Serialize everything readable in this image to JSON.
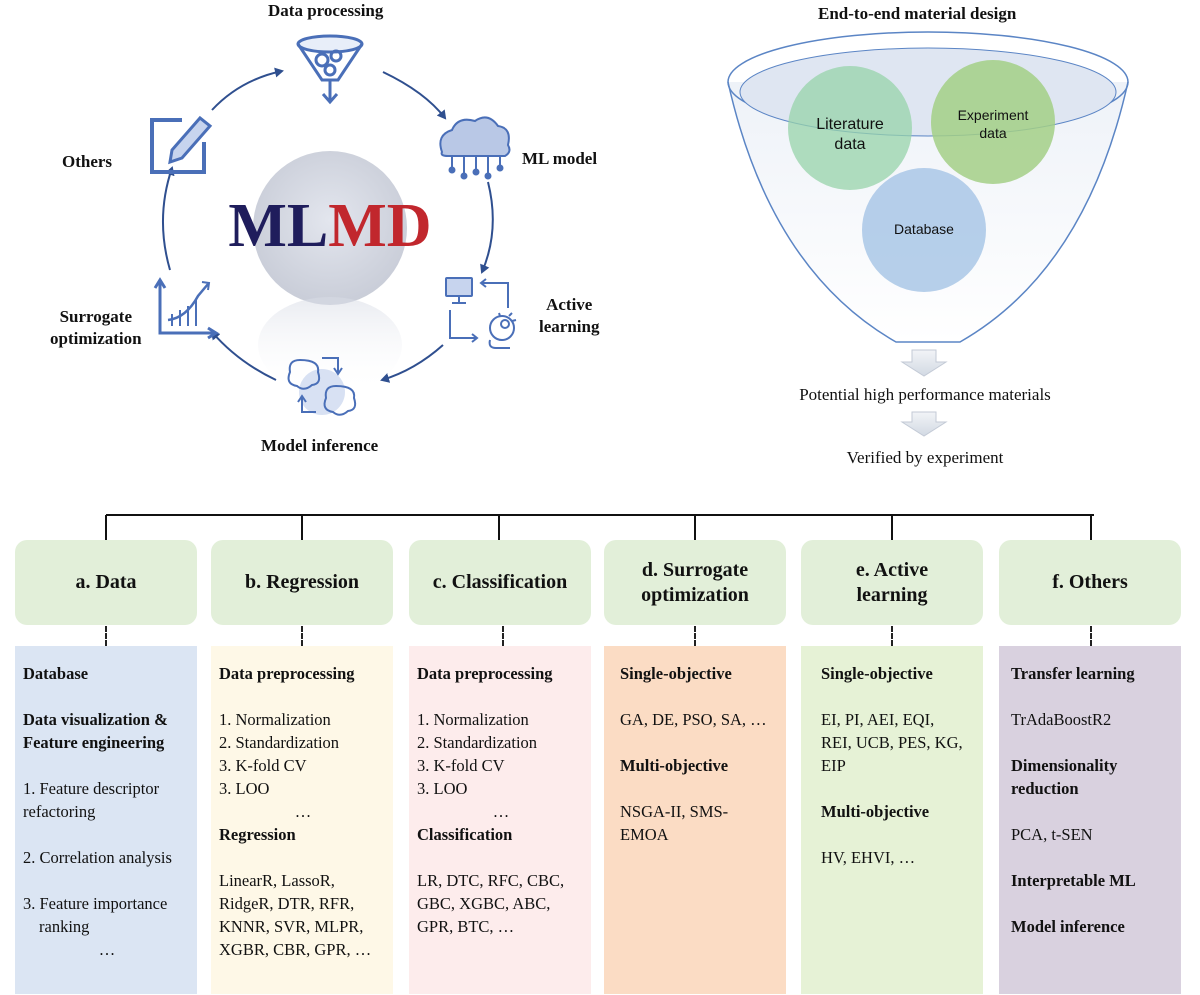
{
  "cycle": {
    "center": {
      "ml": "ML",
      "md": "MD"
    },
    "nodes": [
      {
        "label": "Data processing",
        "icon": "funnel-icon"
      },
      {
        "label": "ML model",
        "icon": "cloud-network-icon"
      },
      {
        "label": "Active",
        "label2": "learning",
        "icon": "monitor-feedback-icon"
      },
      {
        "label": "Model inference",
        "icon": "brain-exchange-icon"
      },
      {
        "label": "Surrogate",
        "label2": "optimization",
        "icon": "growth-chart-icon"
      },
      {
        "label": "Others",
        "icon": "edit-note-icon"
      }
    ],
    "colors": {
      "navy": "#1f1d5c",
      "red": "#c1272d",
      "icon_blue": "#4a6fb8",
      "arrow": "#2f4f8f"
    }
  },
  "funnel": {
    "title": "End-to-end material design",
    "circles": {
      "literature": {
        "line1": "Literature",
        "line2": "data"
      },
      "experiment": {
        "line1": "Experiment",
        "line2": "data"
      },
      "database": "Database"
    },
    "step1": "Potential high performance materials",
    "step2": "Verified by experiment"
  },
  "modules": [
    {
      "header": "a. Data",
      "bg": "#dbe5f3",
      "lines": [
        {
          "t": "Database",
          "b": true
        },
        {
          "gap": true
        },
        {
          "t": "Data visualization &",
          "b": true
        },
        {
          "t": "Feature engineering",
          "b": true
        },
        {
          "gap": true
        },
        {
          "t": "1. Feature descriptor"
        },
        {
          "t": "refactoring"
        },
        {
          "gap": true
        },
        {
          "t": "2. Correlation analysis"
        },
        {
          "gap": true
        },
        {
          "t": "3. Feature importance"
        },
        {
          "t": "ranking",
          "ind": true
        },
        {
          "t": "…",
          "ctr": true
        }
      ]
    },
    {
      "header": "b. Regression",
      "bg": "#fef8e7",
      "lines": [
        {
          "t": "Data preprocessing",
          "b": true
        },
        {
          "gap": true
        },
        {
          "t": "1. Normalization"
        },
        {
          "t": "2. Standardization"
        },
        {
          "t": "3. K-fold CV"
        },
        {
          "t": "3. LOO"
        },
        {
          "t": "…",
          "ctr": true
        },
        {
          "t": "Regression",
          "b": true
        },
        {
          "gap": true
        },
        {
          "t": "LinearR, LassoR,"
        },
        {
          "t": "RidgeR, DTR, RFR,"
        },
        {
          "t": "KNNR, SVR, MLPR,"
        },
        {
          "t": "XGBR, CBR, GPR, …"
        }
      ]
    },
    {
      "header": "c. Classification",
      "bg": "#fdecec",
      "lines": [
        {
          "t": "Data preprocessing",
          "b": true
        },
        {
          "gap": true
        },
        {
          "t": "1. Normalization"
        },
        {
          "t": "2. Standardization"
        },
        {
          "t": "3. K-fold CV"
        },
        {
          "t": "3. LOO"
        },
        {
          "t": "…",
          "ctr": true
        },
        {
          "t": "Classification",
          "b": true
        },
        {
          "gap": true
        },
        {
          "t": "LR, DTC, RFC, CBC,"
        },
        {
          "t": "GBC, XGBC, ABC,"
        },
        {
          "t": "GPR, BTC, …"
        }
      ]
    },
    {
      "header": "d. Surrogate optimization",
      "bg": "#fbdcc4",
      "lines": [
        {
          "t": "Single-objective",
          "b": true
        },
        {
          "gap": true
        },
        {
          "t": "GA, DE, PSO, SA, …"
        },
        {
          "gap": true
        },
        {
          "t": "Multi-objective",
          "b": true
        },
        {
          "gap": true
        },
        {
          "t": "NSGA-II, SMS-"
        },
        {
          "t": "EMOA"
        }
      ]
    },
    {
      "header": "e. Active learning",
      "bg": "#e6f2d6",
      "lines": [
        {
          "t": "Single-objective",
          "b": true
        },
        {
          "gap": true
        },
        {
          "t": "EI, PI,  AEI, EQI,"
        },
        {
          "t": "REI, UCB, PES, KG,"
        },
        {
          "t": "EIP"
        },
        {
          "gap": true
        },
        {
          "t": "Multi-objective",
          "b": true
        },
        {
          "gap": true
        },
        {
          "t": "HV, EHVI, …"
        }
      ]
    },
    {
      "header": "f. Others",
      "bg": "#d9d1df",
      "lines": [
        {
          "t": "Transfer learning",
          "b": true
        },
        {
          "gap": true
        },
        {
          "t": "TrAdaBoostR2"
        },
        {
          "gap": true
        },
        {
          "t": "Dimensionality",
          "b": true
        },
        {
          "t": "reduction",
          "b": true
        },
        {
          "gap": true
        },
        {
          "t": "PCA, t-SEN"
        },
        {
          "gap": true
        },
        {
          "t": "Interpretable ML",
          "b": true
        },
        {
          "gap": true
        },
        {
          "t": "Model inference",
          "b": true
        }
      ]
    }
  ]
}
